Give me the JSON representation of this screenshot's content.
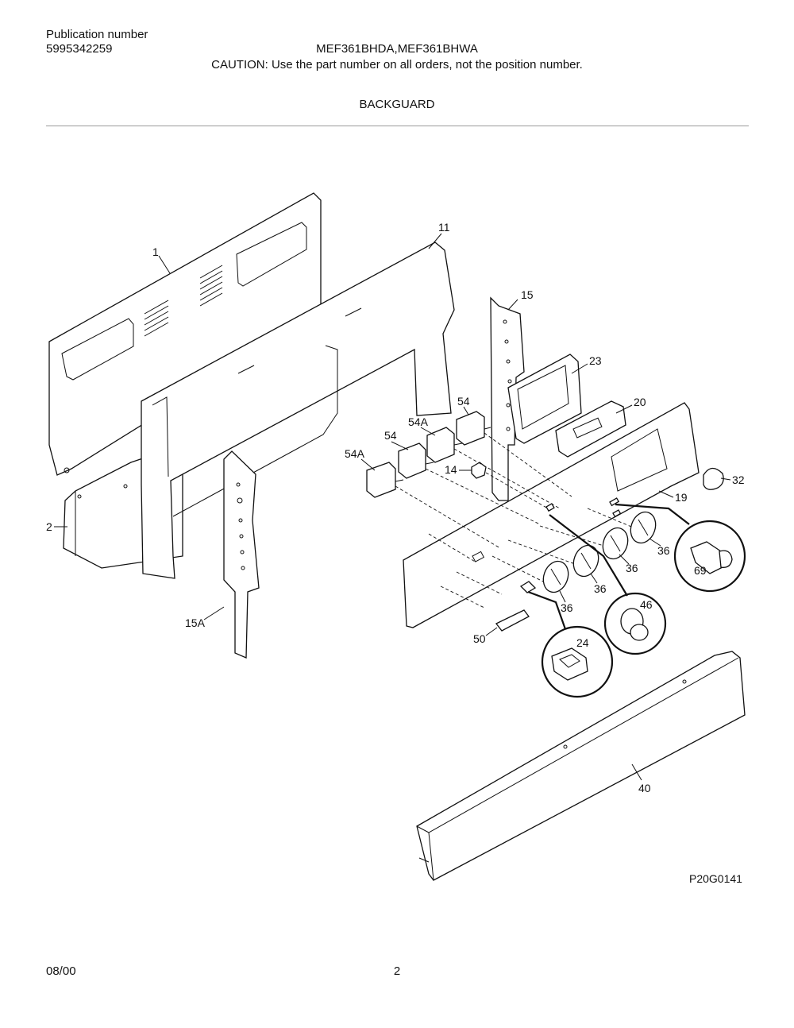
{
  "header": {
    "publication_label": "Publication number",
    "publication_number": "5995342259",
    "models": "MEF361BHDA,MEF361BHWA",
    "caution": "CAUTION:  Use the part number on all orders, not the position number.",
    "section_title": "BACKGUARD"
  },
  "diagram": {
    "callouts": [
      "1",
      "2",
      "11",
      "15",
      "15A",
      "23",
      "20",
      "54",
      "54A",
      "54",
      "54A",
      "14",
      "32",
      "19",
      "36",
      "36",
      "36",
      "36",
      "69",
      "46",
      "24",
      "50",
      "40"
    ],
    "drawing_id": "P20G0141"
  },
  "footer": {
    "date": "08/00",
    "page": "2"
  }
}
